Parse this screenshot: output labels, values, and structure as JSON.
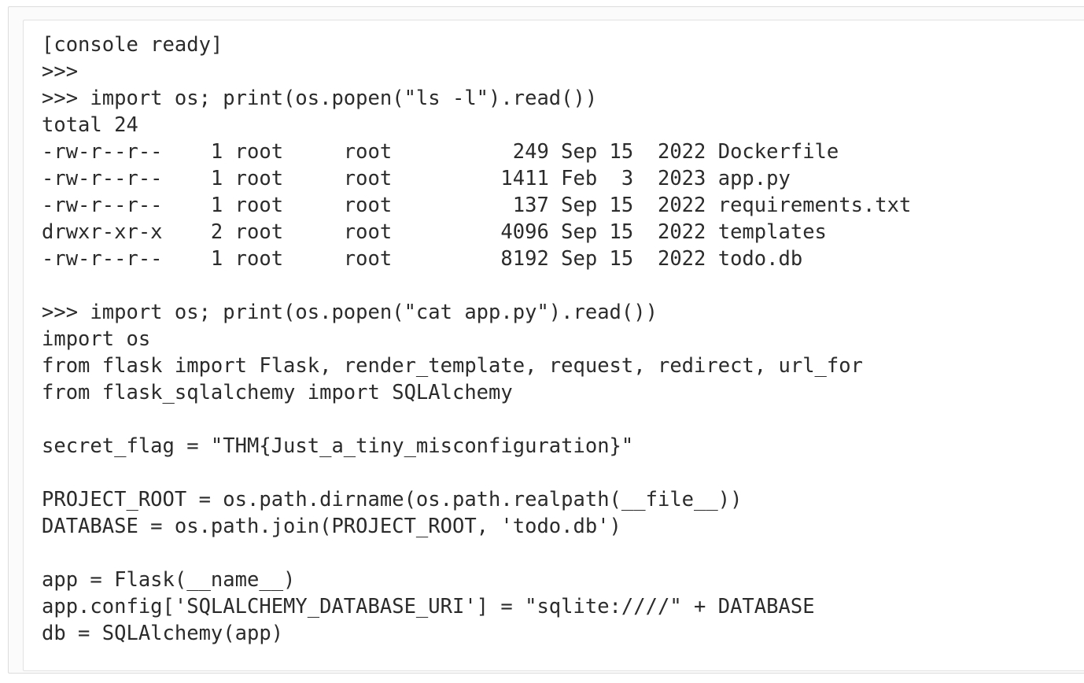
{
  "console": {
    "title": "console ready",
    "prompt": ">>>",
    "text_color": "#2b2b2b",
    "background_color": "#ffffff",
    "frame_background_color": "#fbfbfb",
    "border_color": "#dcdcdc",
    "lines": [
      "[console ready]",
      ">>>",
      ">>> import os; print(os.popen(\"ls -l\").read())",
      "total 24",
      "-rw-r--r--    1 root     root          249 Sep 15  2022 Dockerfile",
      "-rw-r--r--    1 root     root         1411 Feb  3  2023 app.py",
      "-rw-r--r--    1 root     root          137 Sep 15  2022 requirements.txt",
      "drwxr-xr-x    2 root     root         4096 Sep 15  2022 templates",
      "-rw-r--r--    1 root     root         8192 Sep 15  2022 todo.db",
      "",
      ">>> import os; print(os.popen(\"cat app.py\").read())",
      "import os",
      "from flask import Flask, render_template, request, redirect, url_for",
      "from flask_sqlalchemy import SQLAlchemy",
      "",
      "secret_flag = \"THM{Just_a_tiny_misconfiguration}\"",
      "",
      "PROJECT_ROOT = os.path.dirname(os.path.realpath(__file__))",
      "DATABASE = os.path.join(PROJECT_ROOT, 'todo.db')",
      "",
      "app = Flask(__name__)",
      "app.config['SQLALCHEMY_DATABASE_URI'] = \"sqlite:////\" + DATABASE",
      "db = SQLAlchemy(app)"
    ],
    "commands": [
      "import os; print(os.popen(\"ls -l\").read())",
      "import os; print(os.popen(\"cat app.py\").read())"
    ],
    "directory_listing": {
      "total": "total 24",
      "columns": [
        "permissions",
        "links",
        "owner",
        "group",
        "size",
        "month",
        "day",
        "year",
        "name"
      ],
      "entries": [
        {
          "permissions": "-rw-r--r--",
          "links": "1",
          "owner": "root",
          "group": "root",
          "size": "249",
          "month": "Sep",
          "day": "15",
          "year": "2022",
          "name": "Dockerfile"
        },
        {
          "permissions": "-rw-r--r--",
          "links": "1",
          "owner": "root",
          "group": "root",
          "size": "1411",
          "month": "Feb",
          "day": "3",
          "year": "2023",
          "name": "app.py"
        },
        {
          "permissions": "-rw-r--r--",
          "links": "1",
          "owner": "root",
          "group": "root",
          "size": "137",
          "month": "Sep",
          "day": "15",
          "year": "2022",
          "name": "requirements.txt"
        },
        {
          "permissions": "drwxr-xr-x",
          "links": "2",
          "owner": "root",
          "group": "root",
          "size": "4096",
          "month": "Sep",
          "day": "15",
          "year": "2022",
          "name": "templates"
        },
        {
          "permissions": "-rw-r--r--",
          "links": "1",
          "owner": "root",
          "group": "root",
          "size": "8192",
          "month": "Sep",
          "day": "15",
          "year": "2022",
          "name": "todo.db"
        }
      ]
    },
    "app_source": {
      "filename": "app.py",
      "secret_flag": "THM{Just_a_tiny_misconfiguration}",
      "database_uri": "sqlite:////"
    }
  }
}
